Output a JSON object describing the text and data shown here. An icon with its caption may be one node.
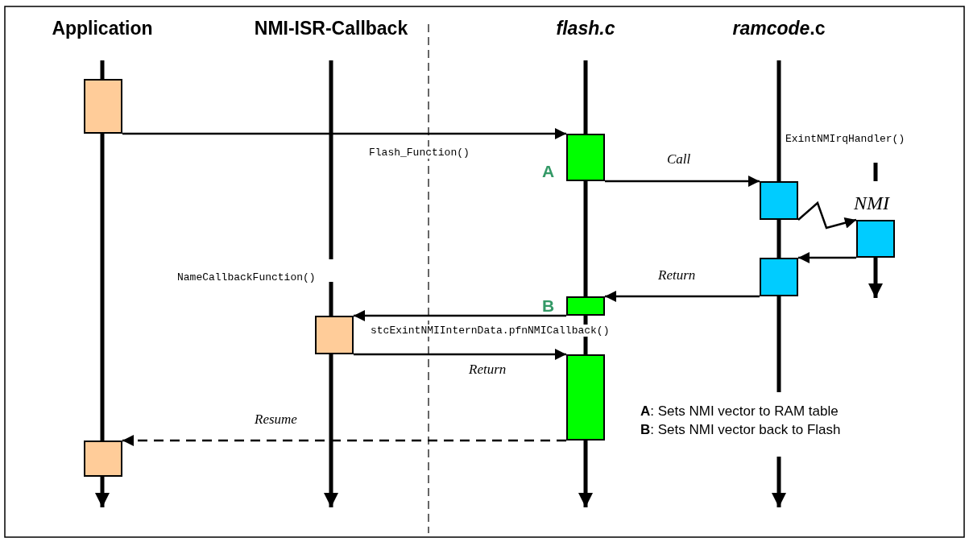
{
  "diagram": {
    "nodes": [
      {
        "text": [],
        "shape": "box"
      },
      {
        "text": [],
        "shape": "box",
        "beside": [
          "A"
        ]
      },
      {
        "text": [],
        "shape": "box"
      },
      {
        "text": [],
        "shape": "box"
      },
      {
        "text": [],
        "shape": "box"
      },
      {
        "text": [],
        "shape": "box",
        "beside": [
          "B"
        ]
      },
      {
        "text": [],
        "shape": "box"
      },
      {
        "text": [],
        "shape": "box"
      },
      {
        "text": [],
        "shape": "box"
      }
    ],
    "edges": [
      {
        "from": 0,
        "to": 1,
        "arrow": "to",
        "label": "Flash_Function()"
      },
      {
        "from": 1,
        "to": 2,
        "arrow": "to",
        "label": "Call"
      },
      {
        "from": 2,
        "to": 3,
        "arrow": "to",
        "label": "NMI"
      },
      {
        "from": 3,
        "to": 4,
        "arrow": "to"
      },
      {
        "from": 3,
        "to": null,
        "arrow": "to",
        "style": "thick"
      },
      {
        "from": 4,
        "to": 5,
        "arrow": "to",
        "label": "Return"
      },
      {
        "from": 5,
        "to": 6,
        "arrow": "to",
        "label": "stcExintNMIInternData.pfnNMICallback()"
      },
      {
        "from": 6,
        "to": 7,
        "arrow": "to",
        "label": "Return"
      },
      {
        "from": 7,
        "to": 8,
        "arrow": "to",
        "label": "Resume",
        "style": "dashed"
      }
    ],
    "labels": [
      "Application",
      "NMI-ISR-Callback",
      "*flash.c*",
      "*ramcode*.c",
      "ExintNMIrqHandler()",
      "NameCallbackFunction()",
      "**A**: Sets NMI vector to RAM table",
      "**B**: Sets NMI vector back to Flash"
    ]
  }
}
